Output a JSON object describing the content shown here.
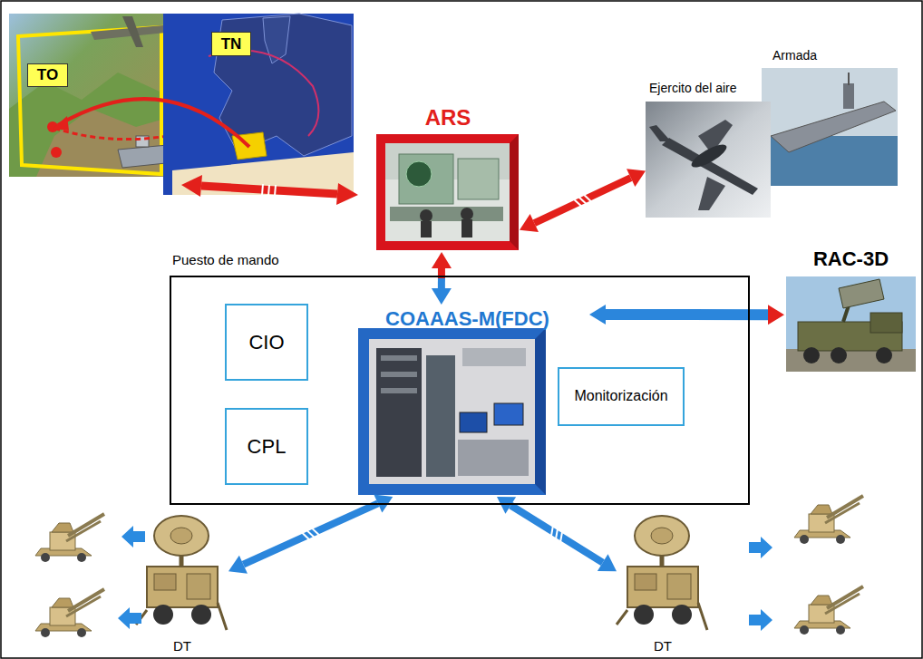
{
  "diagram": {
    "nodes": [
      {
        "text": [
          "TO"
        ]
      },
      {
        "text": [
          "TN"
        ]
      },
      {
        "text": [
          "ARS"
        ]
      },
      {
        "text": [
          "Armada"
        ]
      },
      {
        "text": [
          "Ejercito del aire"
        ]
      },
      {
        "text": [
          "Puesto de mando"
        ]
      },
      {
        "text": [
          "CIO"
        ],
        "in": 5
      },
      {
        "text": [
          "CPL"
        ],
        "in": 5
      },
      {
        "text": [
          "COAAAS-M(FDC)"
        ],
        "in": 5
      },
      {
        "text": [
          "Monitorización"
        ],
        "in": 5
      },
      {
        "text": [
          "RAC-3D"
        ]
      },
      {
        "text": [
          "DT"
        ]
      },
      {
        "text": [
          "DT"
        ]
      }
    ],
    "edges": [
      {
        "from": 2,
        "to": 4,
        "arrow": "both"
      },
      {
        "from": 2,
        "to": 8,
        "arrow": "both"
      },
      {
        "from": 10,
        "to": 8,
        "arrow": "both"
      },
      {
        "from": 8,
        "to": 11,
        "arrow": "both"
      },
      {
        "from": 8,
        "to": 12,
        "arrow": "both"
      }
    ]
  }
}
